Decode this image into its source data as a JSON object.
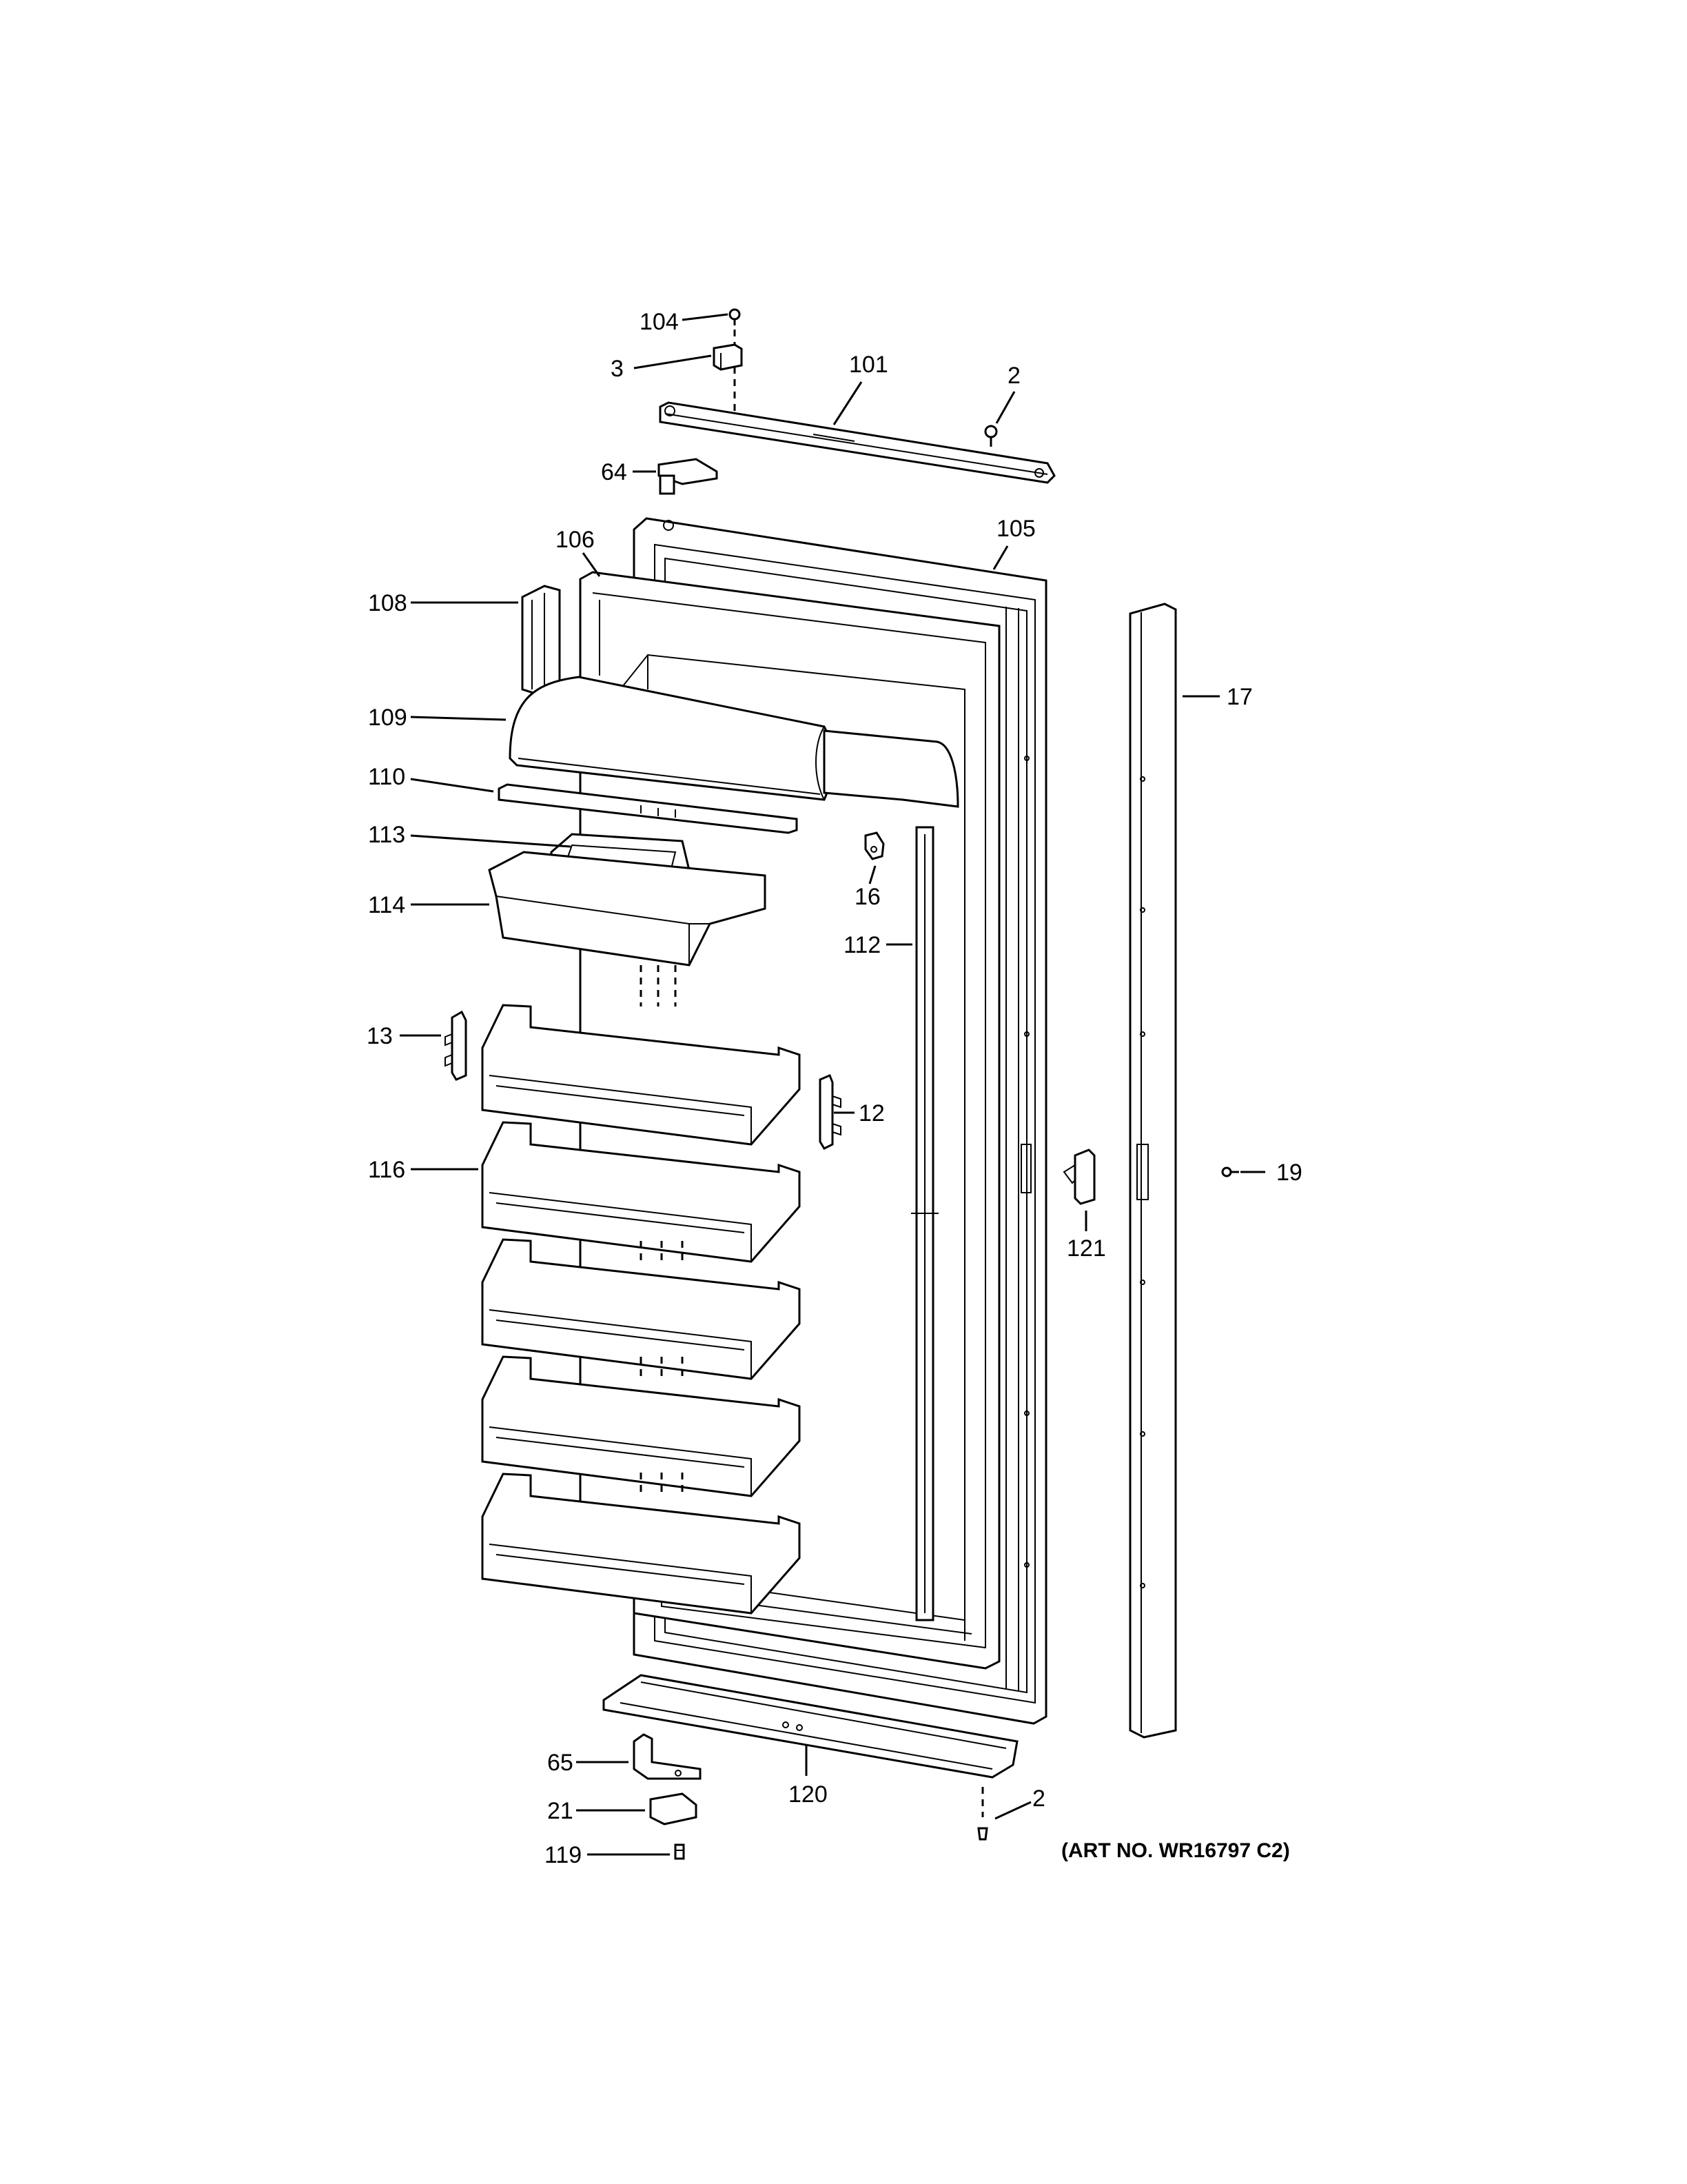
{
  "callouts": {
    "c104": "104",
    "c3": "3",
    "c101": "101",
    "c2_top": "2",
    "c64": "64",
    "c106": "106",
    "c105": "105",
    "c108": "108",
    "c17": "17",
    "c109": "109",
    "c110": "110",
    "c113": "113",
    "c16": "16",
    "c114": "114",
    "c112": "112",
    "c13": "13",
    "c12": "12",
    "c116": "116",
    "c19": "19",
    "c121": "121",
    "c65": "65",
    "c120": "120",
    "c21": "21",
    "c2_bottom": "2",
    "c119": "119"
  },
  "art_number": "(ART NO. WR16797 C2)"
}
